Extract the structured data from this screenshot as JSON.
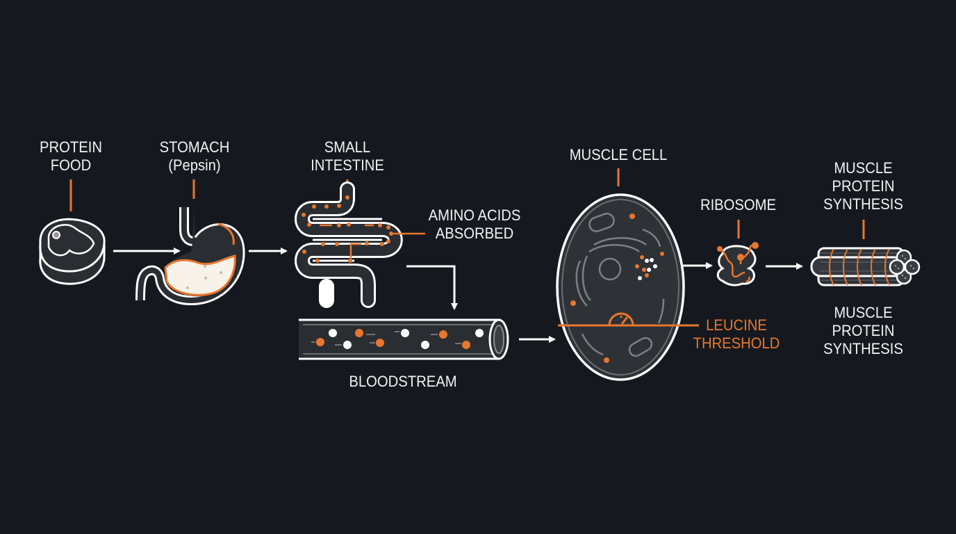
{
  "colors": {
    "background": "#15191f",
    "accent": "#e8772e",
    "stroke": "#ffffff",
    "fill": "#2a2d32"
  },
  "stages": [
    {
      "id": "protein-food",
      "label_lines": [
        "PROTEIN",
        "FOOD"
      ],
      "icon": "steak-icon"
    },
    {
      "id": "stomach",
      "label_lines": [
        "STOMACH",
        "(Pepsin)"
      ],
      "icon": "stomach-icon"
    },
    {
      "id": "small-intestine",
      "label_lines": [
        "SMALL",
        "INTESTINE"
      ],
      "icon": "intestine-icon"
    },
    {
      "id": "bloodstream",
      "label_lines": [
        "BLOODSTREAM"
      ],
      "icon": "blood-vessel-icon"
    },
    {
      "id": "muscle-cell",
      "label_lines": [
        "MUSCLE CELL"
      ],
      "icon": "cell-icon"
    },
    {
      "id": "ribosome",
      "label_lines": [
        "RIBOSOME"
      ],
      "icon": "ribosome-icon"
    },
    {
      "id": "muscle-protein-synthesis",
      "label_lines": [
        "MUSCLE",
        "PROTEIN",
        "SYNTHESIS"
      ],
      "icon": "muscle-fiber-icon"
    }
  ],
  "callouts": {
    "amino_acids": [
      "AMINO ACIDS",
      "ABSORBED"
    ],
    "leucine": [
      "LEUCINE",
      "THRESHOLD"
    ],
    "bottom_mps": [
      "MUSCLE",
      "PROTEIN",
      "SYNTHESIS"
    ]
  }
}
